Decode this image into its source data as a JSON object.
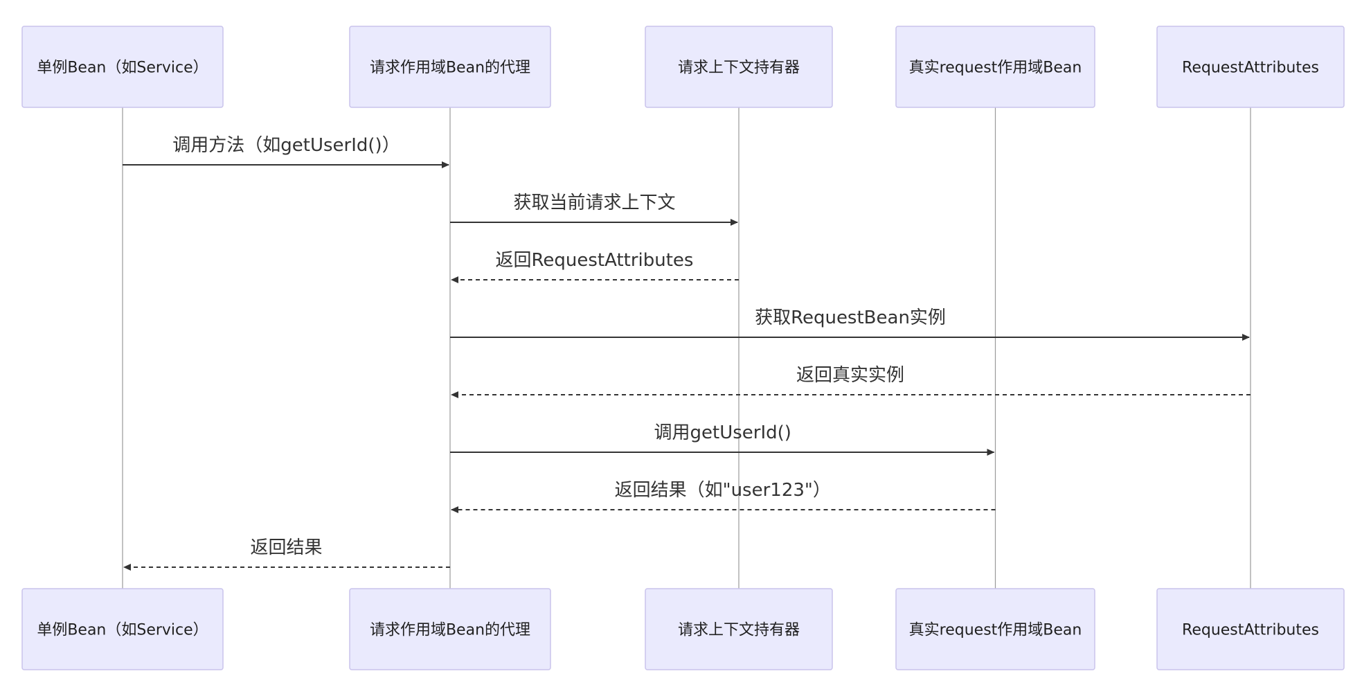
{
  "participants": [
    {
      "id": "singleton",
      "label": "单例Bean（如Service）"
    },
    {
      "id": "proxy",
      "label": "请求作用域Bean的代理"
    },
    {
      "id": "holder",
      "label": "请求上下文持有器"
    },
    {
      "id": "realBean",
      "label": "真实request作用域Bean"
    },
    {
      "id": "attrs",
      "label": "RequestAttributes"
    }
  ],
  "messages": [
    {
      "from": "singleton",
      "to": "proxy",
      "label": "调用方法（如getUserId()）",
      "style": "solid"
    },
    {
      "from": "proxy",
      "to": "holder",
      "label": "获取当前请求上下文",
      "style": "solid"
    },
    {
      "from": "holder",
      "to": "proxy",
      "label": "返回RequestAttributes",
      "style": "dashed"
    },
    {
      "from": "proxy",
      "to": "attrs",
      "label": "获取RequestBean实例",
      "style": "solid"
    },
    {
      "from": "attrs",
      "to": "proxy",
      "label": "返回真实实例",
      "style": "dashed"
    },
    {
      "from": "proxy",
      "to": "realBean",
      "label": "调用getUserId()",
      "style": "solid"
    },
    {
      "from": "realBean",
      "to": "proxy",
      "label": "返回结果（如\"user123\"）",
      "style": "dashed"
    },
    {
      "from": "proxy",
      "to": "singleton",
      "label": "返回结果",
      "style": "dashed"
    }
  ],
  "colors": {
    "actor_fill": "#eaeafd",
    "actor_border": "#c9c3ec",
    "line": "#333333",
    "lifeline": "#9a9a9a"
  }
}
